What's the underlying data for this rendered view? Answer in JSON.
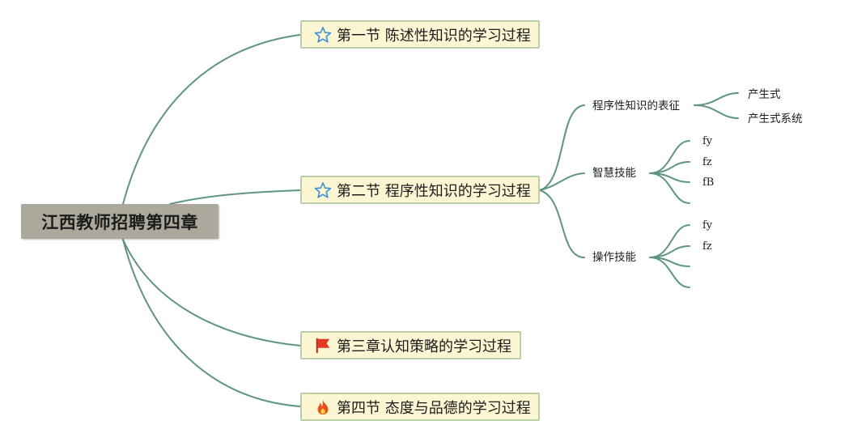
{
  "root": {
    "title": "江西教师招聘第四章"
  },
  "topics": [
    {
      "label": "第一节 陈述性知识的学习过程",
      "icon": "star-icon"
    },
    {
      "label": "第二节 程序性知识的学习过程",
      "icon": "star-icon"
    },
    {
      "label": "第三章认知策略的学习过程",
      "icon": "red-flag-icon"
    },
    {
      "label": "第四节 态度与品德的学习过程",
      "icon": "fire-icon"
    }
  ],
  "section2": {
    "children": [
      {
        "label": "程序性知识的表征",
        "children": [
          "产生式",
          "产生式系统"
        ]
      },
      {
        "label": "智慧技能",
        "children": [
          "fy",
          "fz",
          "fB",
          ""
        ]
      },
      {
        "label": "操作技能",
        "children": [
          "fy",
          "fz",
          "",
          ""
        ]
      }
    ]
  },
  "colors": {
    "line": "#5f957f",
    "root_bg": "#aca99c",
    "topic_bg": "#fdf6d3",
    "topic_border": "#b9cfa6",
    "star": "#3c93d6",
    "flag": "#e23a22",
    "fire": "#ee4d1d"
  }
}
